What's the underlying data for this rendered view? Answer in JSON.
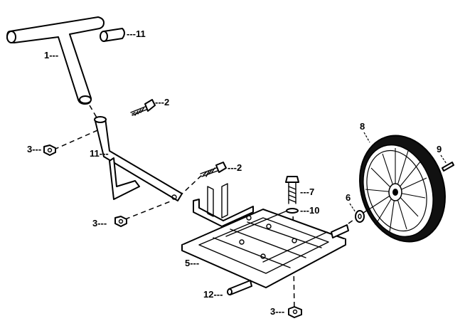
{
  "callouts": [
    {
      "id": "1",
      "text": "1---"
    },
    {
      "id": "2a",
      "text": "---2"
    },
    {
      "id": "2b",
      "text": "---2"
    },
    {
      "id": "3a",
      "text": "3---"
    },
    {
      "id": "3b",
      "text": "3---"
    },
    {
      "id": "3c",
      "text": "3---"
    },
    {
      "id": "5",
      "text": "5---"
    },
    {
      "id": "6",
      "text": "6"
    },
    {
      "id": "7",
      "text": "---7"
    },
    {
      "id": "8",
      "text": "8"
    },
    {
      "id": "9",
      "text": "9"
    },
    {
      "id": "10",
      "text": "---10"
    },
    {
      "id": "11a",
      "text": "---11"
    },
    {
      "id": "11b",
      "text": "11---"
    },
    {
      "id": "12",
      "text": "12---"
    }
  ]
}
